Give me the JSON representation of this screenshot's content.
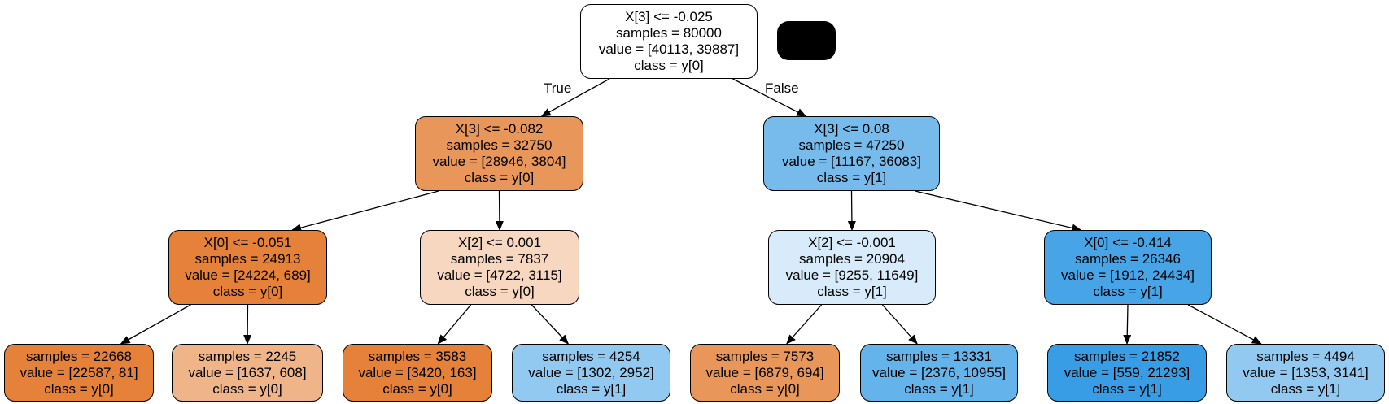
{
  "colors": {
    "white": "#ffffff",
    "orange_strong": "#e58139",
    "orange_medium": "#e9965a",
    "orange_light": "#f0b489",
    "orange_pale": "#f8d7c0",
    "blue_strong": "#399de5",
    "blue_medium": "#47a4e7",
    "blue_mid": "#65b3eb",
    "blue_soft": "#77bbed",
    "blue_light": "#92c9f1",
    "blue_pale": "#d7ebfa"
  },
  "edge_labels": {
    "true_label": "True",
    "false_label": "False"
  },
  "nodes": [
    {
      "id": "n0",
      "fill": "white",
      "lines": [
        "X[3] <= -0.025",
        "samples = 80000",
        "value = [40113, 39887]",
        "class = y[0]"
      ]
    },
    {
      "id": "n1",
      "fill": "orange_medium",
      "lines": [
        "X[3] <= -0.082",
        "samples = 32750",
        "value = [28946, 3804]",
        "class = y[0]"
      ]
    },
    {
      "id": "n2",
      "fill": "blue_soft",
      "lines": [
        "X[3] <= 0.08",
        "samples = 47250",
        "value = [11167, 36083]",
        "class = y[1]"
      ]
    },
    {
      "id": "n3",
      "fill": "orange_strong",
      "lines": [
        "X[0] <= -0.051",
        "samples = 24913",
        "value = [24224, 689]",
        "class = y[0]"
      ]
    },
    {
      "id": "n4",
      "fill": "orange_pale",
      "lines": [
        "X[2] <= 0.001",
        "samples = 7837",
        "value = [4722, 3115]",
        "class = y[0]"
      ]
    },
    {
      "id": "n5",
      "fill": "blue_pale",
      "lines": [
        "X[2] <= -0.001",
        "samples = 20904",
        "value = [9255, 11649]",
        "class = y[1]"
      ]
    },
    {
      "id": "n6",
      "fill": "blue_medium",
      "lines": [
        "X[0] <= -0.414",
        "samples = 26346",
        "value = [1912, 24434]",
        "class = y[1]"
      ]
    },
    {
      "id": "n7",
      "fill": "orange_strong",
      "lines": [
        "samples = 22668",
        "value = [22587, 81]",
        "class = y[0]"
      ]
    },
    {
      "id": "n8",
      "fill": "orange_light",
      "lines": [
        "samples = 2245",
        "value = [1637, 608]",
        "class = y[0]"
      ]
    },
    {
      "id": "n9",
      "fill": "orange_strong",
      "lines": [
        "samples = 3583",
        "value = [3420, 163]",
        "class = y[0]"
      ]
    },
    {
      "id": "n10",
      "fill": "blue_light",
      "lines": [
        "samples = 4254",
        "value = [1302, 2952]",
        "class = y[1]"
      ]
    },
    {
      "id": "n11",
      "fill": "orange_medium",
      "lines": [
        "samples = 7573",
        "value = [6879, 694]",
        "class = y[0]"
      ]
    },
    {
      "id": "n12",
      "fill": "blue_mid",
      "lines": [
        "samples = 13331",
        "value = [2376, 10955]",
        "class = y[1]"
      ]
    },
    {
      "id": "n13",
      "fill": "blue_strong",
      "lines": [
        "samples = 21852",
        "value = [559, 21293]",
        "class = y[1]"
      ]
    },
    {
      "id": "n14",
      "fill": "blue_light",
      "lines": [
        "samples = 4494",
        "value = [1353, 3141]",
        "class = y[1]"
      ]
    }
  ],
  "edges": [
    [
      "n0",
      "n1"
    ],
    [
      "n0",
      "n2"
    ],
    [
      "n1",
      "n3"
    ],
    [
      "n1",
      "n4"
    ],
    [
      "n2",
      "n5"
    ],
    [
      "n2",
      "n6"
    ],
    [
      "n3",
      "n7"
    ],
    [
      "n3",
      "n8"
    ],
    [
      "n4",
      "n9"
    ],
    [
      "n4",
      "n10"
    ],
    [
      "n5",
      "n11"
    ],
    [
      "n5",
      "n12"
    ],
    [
      "n6",
      "n13"
    ],
    [
      "n6",
      "n14"
    ]
  ]
}
